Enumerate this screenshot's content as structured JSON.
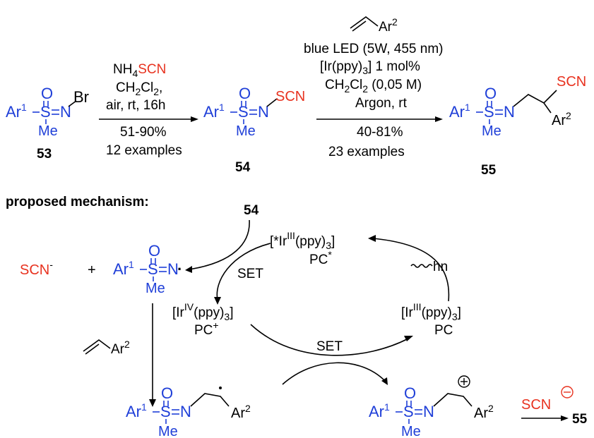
{
  "top": {
    "sm": {
      "ar": "Ar",
      "ar_sup": "1",
      "s": "S",
      "o": "O",
      "n": "N",
      "br": "Br",
      "me": "Me",
      "label": "53"
    },
    "step1": {
      "reagent_1": "NH",
      "reagent_1_sub": "4",
      "reagent_1_red": "SCN",
      "reagent_2": "CH",
      "reagent_2_sub": "2",
      "reagent_2_a": "Cl",
      "reagent_2_sub2": "2",
      "reagent_2_tail": ",",
      "reagent_3": "air, rt, 16h",
      "yield": "51-90%",
      "examples": "12 examples"
    },
    "int": {
      "ar": "Ar",
      "ar_sup": "1",
      "s": "S",
      "o": "O",
      "n": "N",
      "scn": "SCN",
      "me": "Me",
      "label": "54"
    },
    "step2": {
      "alkene_ar": "Ar",
      "alkene_sup": "2",
      "cond_1": "blue LED (5W, 455 nm)",
      "cond_2a": "[Ir(ppy)",
      "cond_2_sub": "3",
      "cond_2b": "] 1 mol%",
      "cond_3a": "CH",
      "cond_3_sub": "2",
      "cond_3b": "Cl",
      "cond_3_sub2": "2",
      "cond_3c": " (0,05 M)",
      "cond_4": "Argon, rt",
      "yield": "40-81%",
      "examples": "23 examples"
    },
    "prod": {
      "ar": "Ar",
      "ar_sup": "1",
      "s": "S",
      "o": "O",
      "n": "N",
      "scn": "SCN",
      "ar2": "Ar",
      "ar2_sup": "2",
      "me": "Me",
      "label": "55"
    }
  },
  "mechanism": {
    "heading": "proposed mechanism:",
    "start_label": "54",
    "scn_minus": "SCN",
    "scn_minus_sup": "-",
    "plus": "+",
    "radical": {
      "ar": "Ar",
      "ar_sup": "1",
      "s": "S",
      "o": "O",
      "n": "N",
      "dot": "·",
      "me": "Me"
    },
    "set_1": "SET",
    "set_2": "SET",
    "hn": "hn",
    "excited": {
      "a": "[*Ir",
      "sup": "III",
      "b": "(ppy)",
      "sub": "3",
      "c": "]",
      "label": "PC",
      "label_sup": "*"
    },
    "oxidized": {
      "a": "[Ir",
      "sup": "IV",
      "b": "(ppy)",
      "sub": "3",
      "c": "]",
      "label": "PC",
      "label_sup": "+"
    },
    "ground": {
      "a": "[Ir",
      "sup": "III",
      "b": "(ppy)",
      "sub": "3",
      "c": "]",
      "label": "PC"
    },
    "alkene": {
      "ar": "Ar",
      "sup": "2"
    },
    "c_radical": {
      "ar": "Ar",
      "ar_sup": "1",
      "s": "S",
      "o": "O",
      "n": "N",
      "ar2": "Ar",
      "ar2_sup": "2",
      "me": "Me"
    },
    "cation": {
      "ar": "Ar",
      "ar_sup": "1",
      "s": "S",
      "o": "O",
      "n": "N",
      "ar2": "Ar",
      "ar2_sup": "2",
      "me": "Me",
      "charge": "+"
    },
    "final_reagent": "SCN",
    "final_charge": "−",
    "final_product": "55"
  },
  "colors": {
    "structure": "#1f3fd8",
    "scn": "#e8321f",
    "text": "#000000"
  }
}
